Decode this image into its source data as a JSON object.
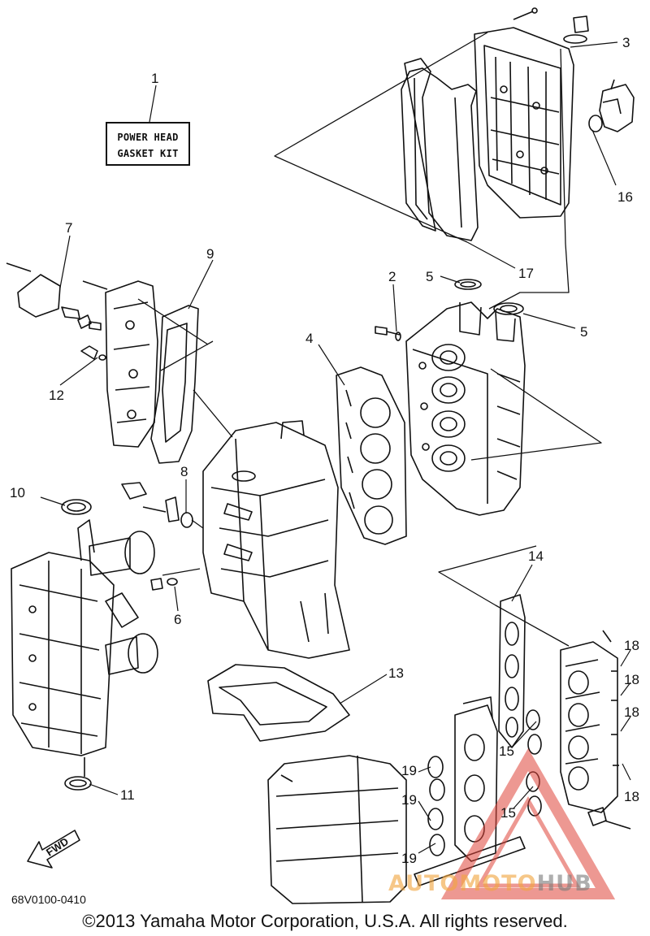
{
  "kit_label": {
    "line1": "POWER HEAD",
    "line2": "GASKET KIT"
  },
  "callouts": {
    "c1": "1",
    "c2": "2",
    "c3": "3",
    "c4": "4",
    "c5a": "5",
    "c5b": "5",
    "c6": "6",
    "c7": "7",
    "c8": "8",
    "c9": "9",
    "c10": "10",
    "c11": "11",
    "c12": "12",
    "c13": "13",
    "c14": "14",
    "c15a": "15",
    "c15b": "15",
    "c16": "16",
    "c17": "17",
    "c18a": "18",
    "c18b": "18",
    "c18c": "18",
    "c18d": "18",
    "c19a": "19",
    "c19b": "19",
    "c19c": "19"
  },
  "fwd_label": "FWD",
  "diagram_code": "68V0100-0410",
  "copyright": "©2013 Yamaha Motor Corporation, U.S.A. All rights reserved.",
  "watermark": {
    "part1": "AUTOMOTO",
    "part2": "HUB",
    "color_primary": "#f2a640",
    "color_secondary": "#7d7d7d",
    "logo_color": "#e0453a"
  }
}
